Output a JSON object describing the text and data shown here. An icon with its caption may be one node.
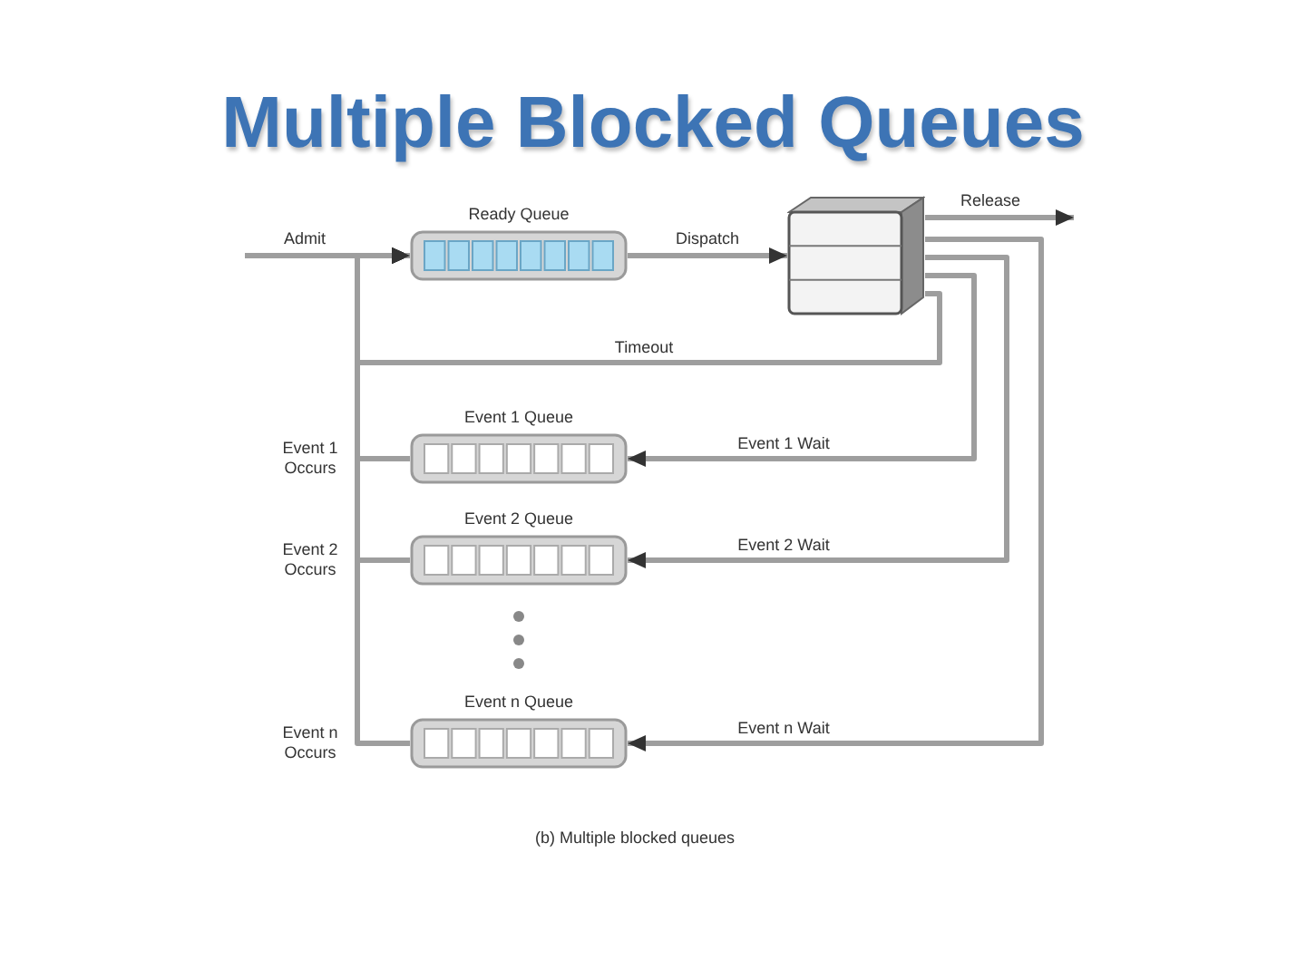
{
  "diagram": {
    "title": "Multiple Blocked Queues",
    "caption": "(b) Multiple blocked queues",
    "nodes": [
      {
        "text": [
          "Ready Queue"
        ]
      },
      {
        "text": [],
        "shape": "box"
      },
      {
        "text": [
          "Event 1 Queue"
        ]
      },
      {
        "text": [
          "Event 2 Queue"
        ]
      },
      {
        "text": [
          "Event n Queue"
        ]
      }
    ],
    "edges": [
      {
        "from": null,
        "to": 0,
        "arrow": "to",
        "label": "Admit"
      },
      {
        "from": 0,
        "to": 1,
        "arrow": "to",
        "label": "Dispatch"
      },
      {
        "from": 1,
        "to": null,
        "arrow": "to",
        "label": "Release"
      },
      {
        "from": 1,
        "to": 0,
        "arrow": "to",
        "label": "Timeout"
      },
      {
        "from": 1,
        "to": 2,
        "arrow": "to",
        "label": "Event 1 Wait"
      },
      {
        "from": 1,
        "to": 3,
        "arrow": "to",
        "label": "Event 2 Wait"
      },
      {
        "from": 1,
        "to": 4,
        "arrow": "to",
        "label": "Event n Wait"
      },
      {
        "from": 2,
        "to": 0,
        "arrow": "to",
        "label": "Event 1 Occurs"
      },
      {
        "from": 3,
        "to": 0,
        "arrow": "to",
        "label": "Event 2 Occurs"
      },
      {
        "from": 4,
        "to": 0,
        "arrow": "to",
        "label": "Event n Occurs"
      }
    ]
  }
}
